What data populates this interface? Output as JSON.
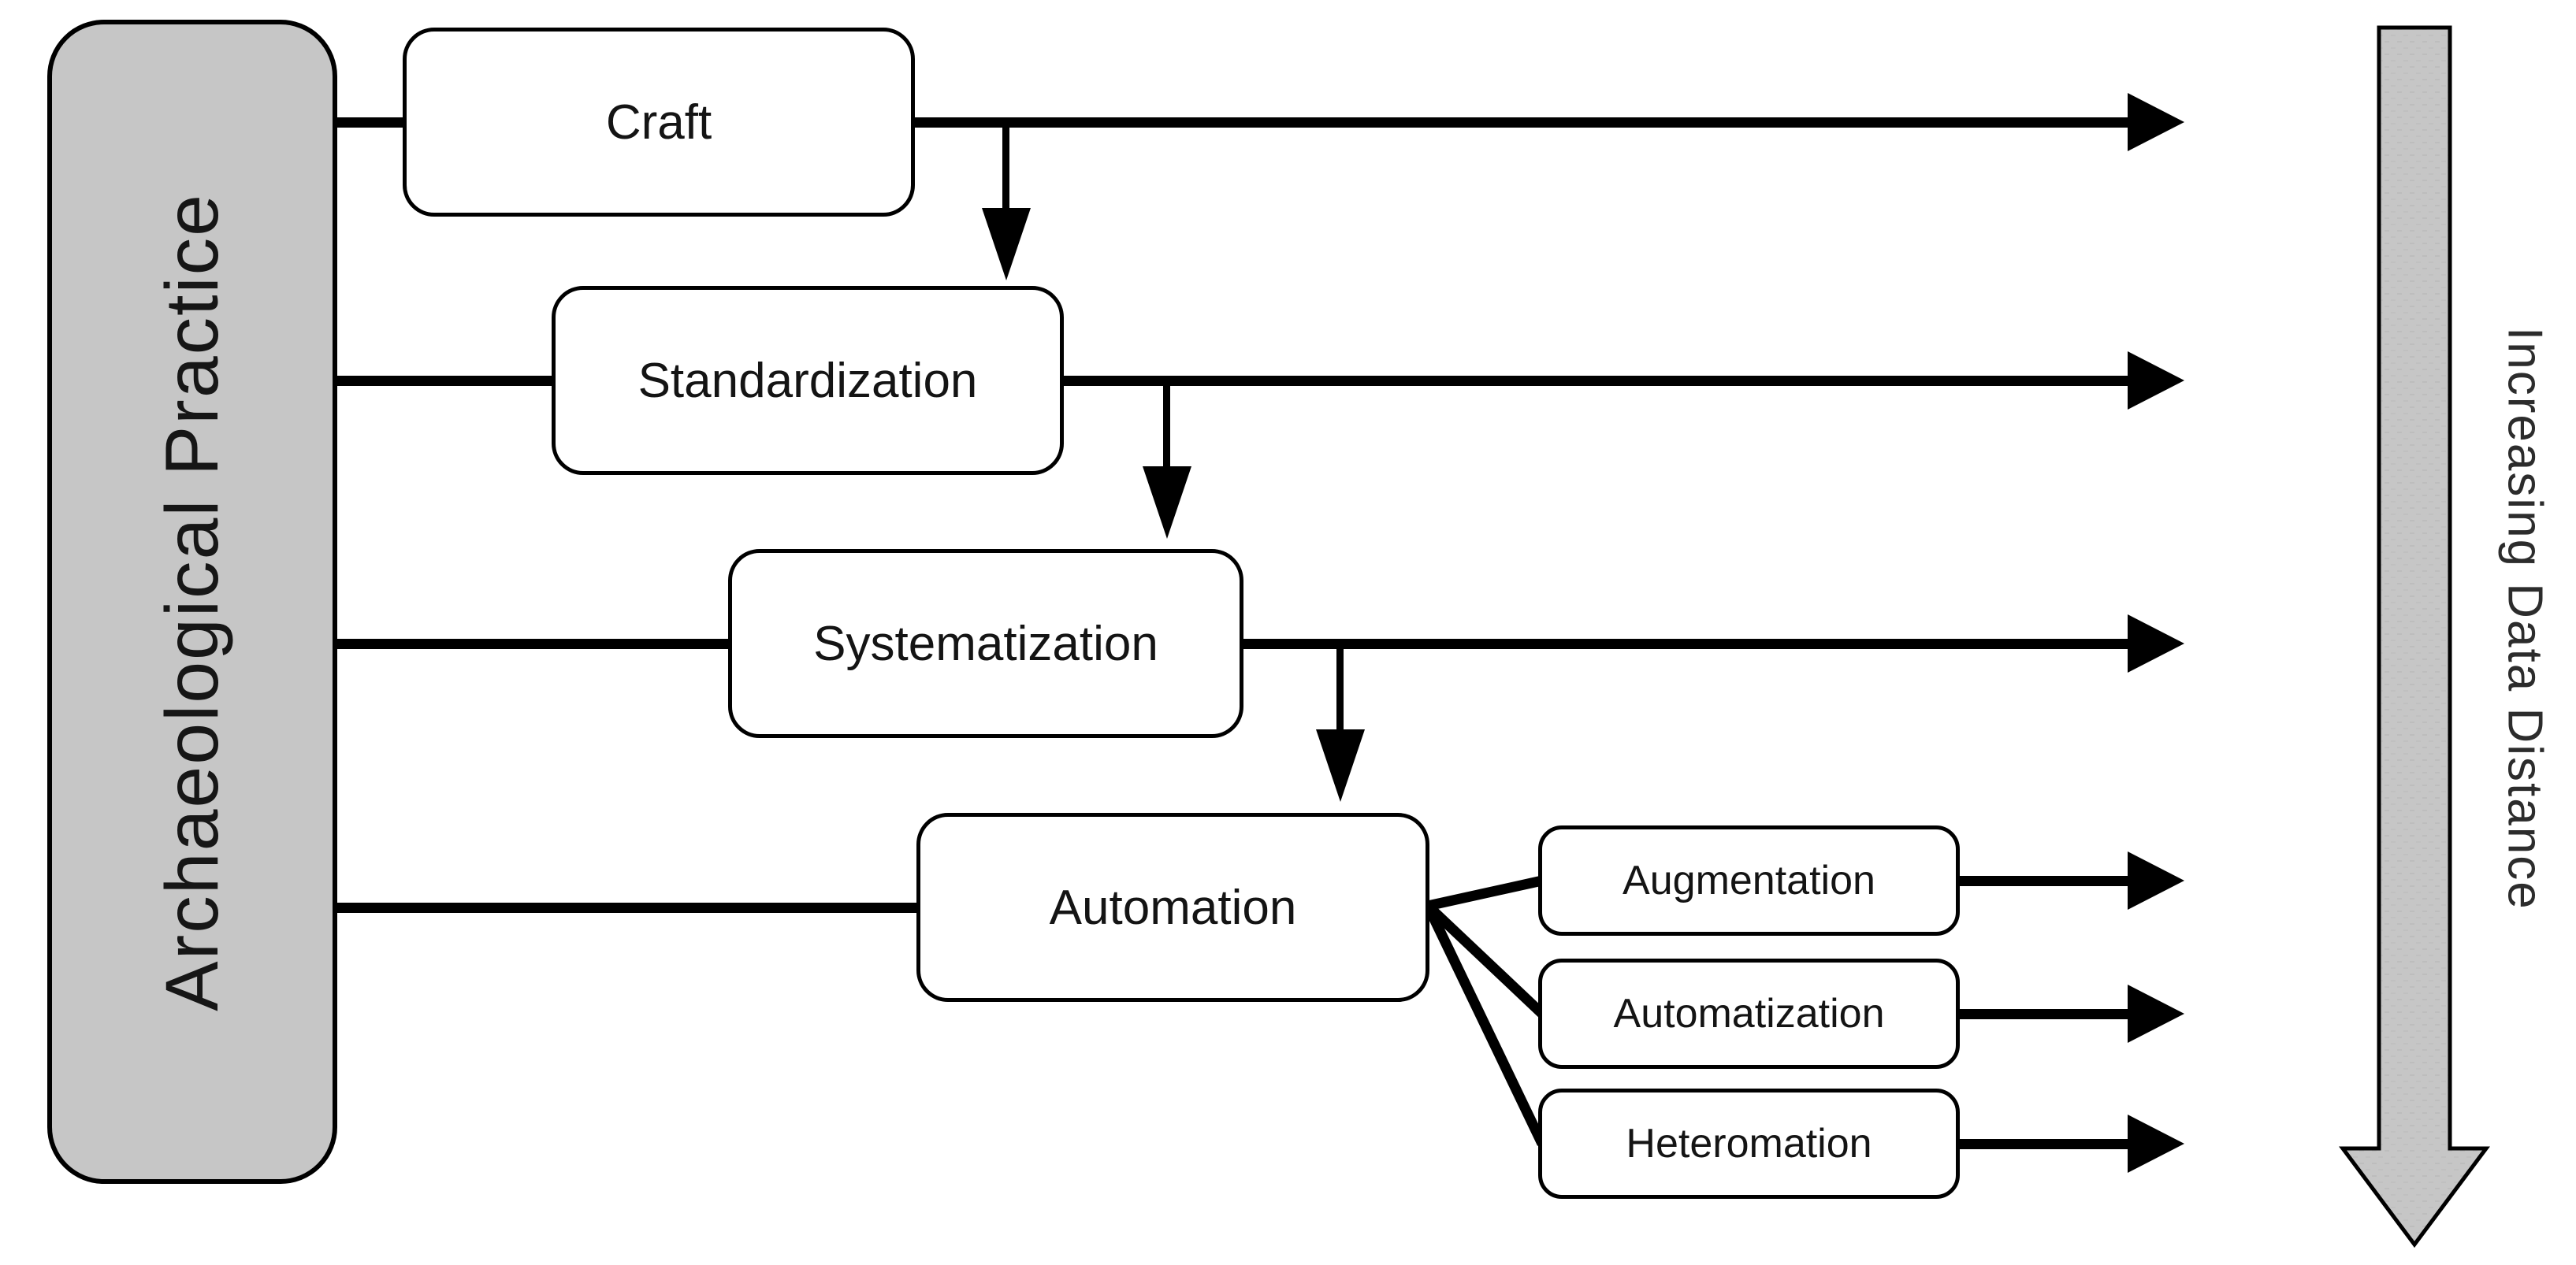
{
  "diagram": {
    "title_hidden": "",
    "side_panel": {
      "label": "Archaeological Practice",
      "fill_color": "#c6c6c6",
      "border_color": "#000000"
    },
    "levels": [
      {
        "id": "craft",
        "label": "Craft"
      },
      {
        "id": "standardization",
        "label": "Standardization"
      },
      {
        "id": "systematization",
        "label": "Systematization"
      },
      {
        "id": "automation",
        "label": "Automation"
      }
    ],
    "automation_modes": [
      {
        "id": "augmentation",
        "label": "Augmentation"
      },
      {
        "id": "automatization",
        "label": "Automatization"
      },
      {
        "id": "heteromation",
        "label": "Heteromation"
      }
    ],
    "right_axis": {
      "label": "Increasing Data Distance",
      "arrow_fill_color": "#c6c6c6",
      "arrow_border_color": "#000000",
      "direction": "down"
    },
    "line_color": "#000000",
    "box_fill_color": "#ffffff"
  }
}
